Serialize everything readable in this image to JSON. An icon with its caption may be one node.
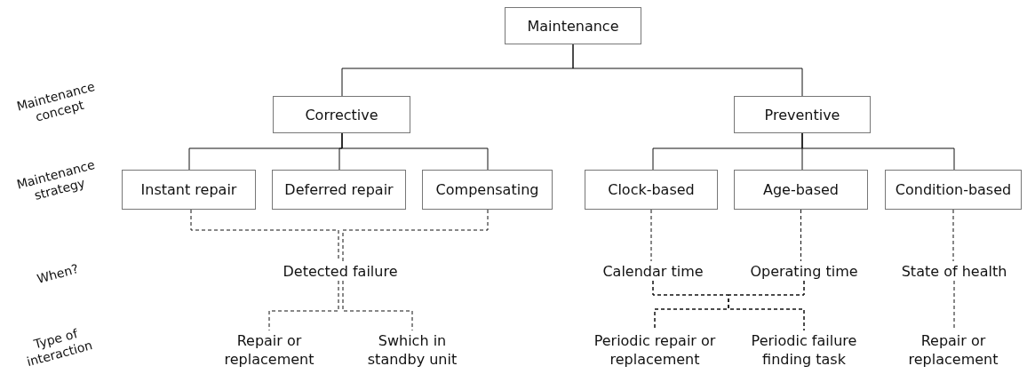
{
  "diagram": {
    "nodes": [
      {
        "text": [
          "Maintenance"
        ]
      },
      {
        "text": [
          "Corrective"
        ]
      },
      {
        "text": [
          "Preventive"
        ]
      },
      {
        "text": [
          "Instant repair"
        ]
      },
      {
        "text": [
          "Deferred repair"
        ]
      },
      {
        "text": [
          "Compensating"
        ]
      },
      {
        "text": [
          "Clock-based"
        ]
      },
      {
        "text": [
          "Age-based"
        ]
      },
      {
        "text": [
          "Condition-based"
        ]
      },
      {
        "text": [
          "Detected failure"
        ]
      },
      {
        "text": [
          "Calendar time"
        ]
      },
      {
        "text": [
          "Operating time"
        ]
      },
      {
        "text": [
          "State of health"
        ]
      },
      {
        "text": [
          "Repair or replacement"
        ]
      },
      {
        "text": [
          "Swhich in standby unit"
        ]
      },
      {
        "text": [
          "Periodic repair or replacement"
        ]
      },
      {
        "text": [
          "Periodic failure finding task"
        ]
      },
      {
        "text": [
          "Repair or replacement"
        ]
      }
    ],
    "edges": [
      {
        "from": 0,
        "to": 1,
        "arrow": "none"
      },
      {
        "from": 0,
        "to": 2,
        "arrow": "none"
      },
      {
        "from": 1,
        "to": 3,
        "arrow": "none"
      },
      {
        "from": 1,
        "to": 4,
        "arrow": "none"
      },
      {
        "from": 1,
        "to": 5,
        "arrow": "none"
      },
      {
        "from": 2,
        "to": 6,
        "arrow": "none"
      },
      {
        "from": 2,
        "to": 7,
        "arrow": "none"
      },
      {
        "from": 2,
        "to": 8,
        "arrow": "none"
      },
      {
        "from": 3,
        "to": 9,
        "arrow": "none",
        "style": "dashed"
      },
      {
        "from": 5,
        "to": 9,
        "arrow": "none",
        "style": "dashed"
      },
      {
        "from": 9,
        "to": 13,
        "arrow": "none",
        "style": "dashed"
      },
      {
        "from": 9,
        "to": 14,
        "arrow": "none",
        "style": "dashed"
      },
      {
        "from": 6,
        "to": 10,
        "arrow": "none",
        "style": "dashed"
      },
      {
        "from": 7,
        "to": 11,
        "arrow": "none",
        "style": "dashed"
      },
      {
        "from": 10,
        "to": 15,
        "arrow": "none",
        "style": "dashed"
      },
      {
        "from": 10,
        "to": 16,
        "arrow": "none",
        "style": "dashed"
      },
      {
        "from": 11,
        "to": 15,
        "arrow": "none",
        "style": "dashed"
      },
      {
        "from": 11,
        "to": 16,
        "arrow": "none",
        "style": "dashed"
      },
      {
        "from": 8,
        "to": 12,
        "arrow": "none",
        "style": "dashed"
      },
      {
        "from": 12,
        "to": 17,
        "arrow": "none",
        "style": "dashed"
      }
    ],
    "labels": [
      "Maintenance concept",
      "Maintenance strategy",
      "When?",
      "Type of interaction"
    ]
  }
}
